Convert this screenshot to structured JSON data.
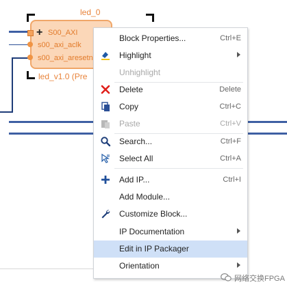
{
  "block": {
    "instance_name": "led_0",
    "version_label": "led_v1.0 (Pre",
    "ports": [
      "S00_AXI",
      "s00_axi_aclk",
      "s00_axi_aresetn"
    ]
  },
  "context_menu": {
    "items": [
      {
        "label": "Block Properties...",
        "shortcut": "Ctrl+E",
        "icon": "none",
        "enabled": true
      },
      {
        "label": "Highlight",
        "shortcut": "",
        "icon": "highlight-icon",
        "enabled": true,
        "submenu": true
      },
      {
        "label": "Unhighlight",
        "shortcut": "",
        "icon": "none",
        "enabled": false
      },
      {
        "label": "Delete",
        "shortcut": "Delete",
        "icon": "delete-x-icon",
        "enabled": true
      },
      {
        "label": "Copy",
        "shortcut": "Ctrl+C",
        "icon": "copy-icon",
        "enabled": true
      },
      {
        "label": "Paste",
        "shortcut": "Ctrl+V",
        "icon": "paste-icon",
        "enabled": false
      },
      {
        "label": "Search...",
        "shortcut": "Ctrl+F",
        "icon": "search-icon",
        "enabled": true
      },
      {
        "label": "Select All",
        "shortcut": "Ctrl+A",
        "icon": "select-all-icon",
        "enabled": true
      },
      {
        "label": "Add IP...",
        "shortcut": "Ctrl+I",
        "icon": "add-icon",
        "enabled": true
      },
      {
        "label": "Add Module...",
        "shortcut": "",
        "icon": "none",
        "enabled": true
      },
      {
        "label": "Customize Block...",
        "shortcut": "",
        "icon": "wrench-icon",
        "enabled": true
      },
      {
        "label": "IP Documentation",
        "shortcut": "",
        "icon": "none",
        "enabled": true,
        "submenu": true
      },
      {
        "label": "Edit in IP Packager",
        "shortcut": "",
        "icon": "none",
        "enabled": true,
        "highlighted": true
      },
      {
        "label": "Orientation",
        "shortcut": "",
        "icon": "none",
        "enabled": true,
        "submenu": true
      }
    ]
  },
  "watermark": {
    "text": "网络交换FPGA",
    "icon": "wechat-icon"
  },
  "colors": {
    "block_fill": "#fbd7b8",
    "block_border": "#f0a668",
    "port_text": "#e27b2b",
    "wire": "#3e5fa3",
    "menu_highlight": "#cfe0f7",
    "delete_red": "#e0201b",
    "icon_blue": "#1f5aa6"
  }
}
